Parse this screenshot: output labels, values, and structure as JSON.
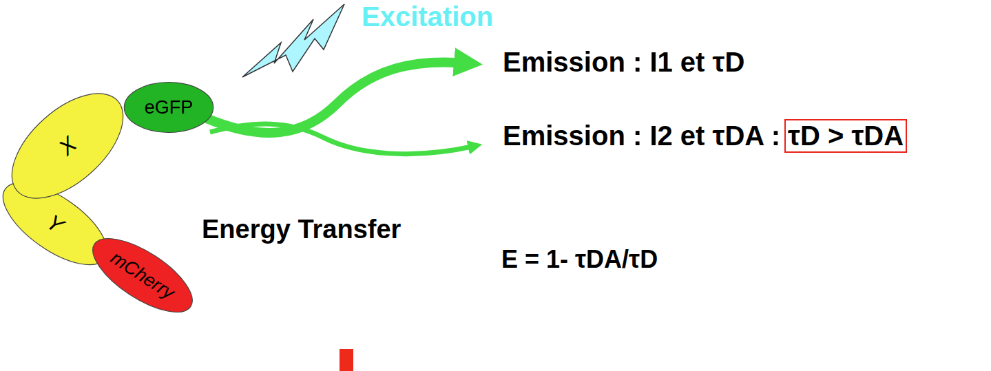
{
  "diagram": {
    "nodes": [
      {
        "text": [
          "eGFP"
        ]
      },
      {
        "text": [
          "X"
        ]
      },
      {
        "text": [
          "Y"
        ]
      },
      {
        "text": [
          "mCherry"
        ]
      }
    ],
    "labels": [
      "Excitation",
      "Emission : I1 et τD",
      "Emission : I2 et τDA :",
      "τD > τDA",
      "Energy Transfer",
      "E = 1- τDA/τD"
    ]
  }
}
